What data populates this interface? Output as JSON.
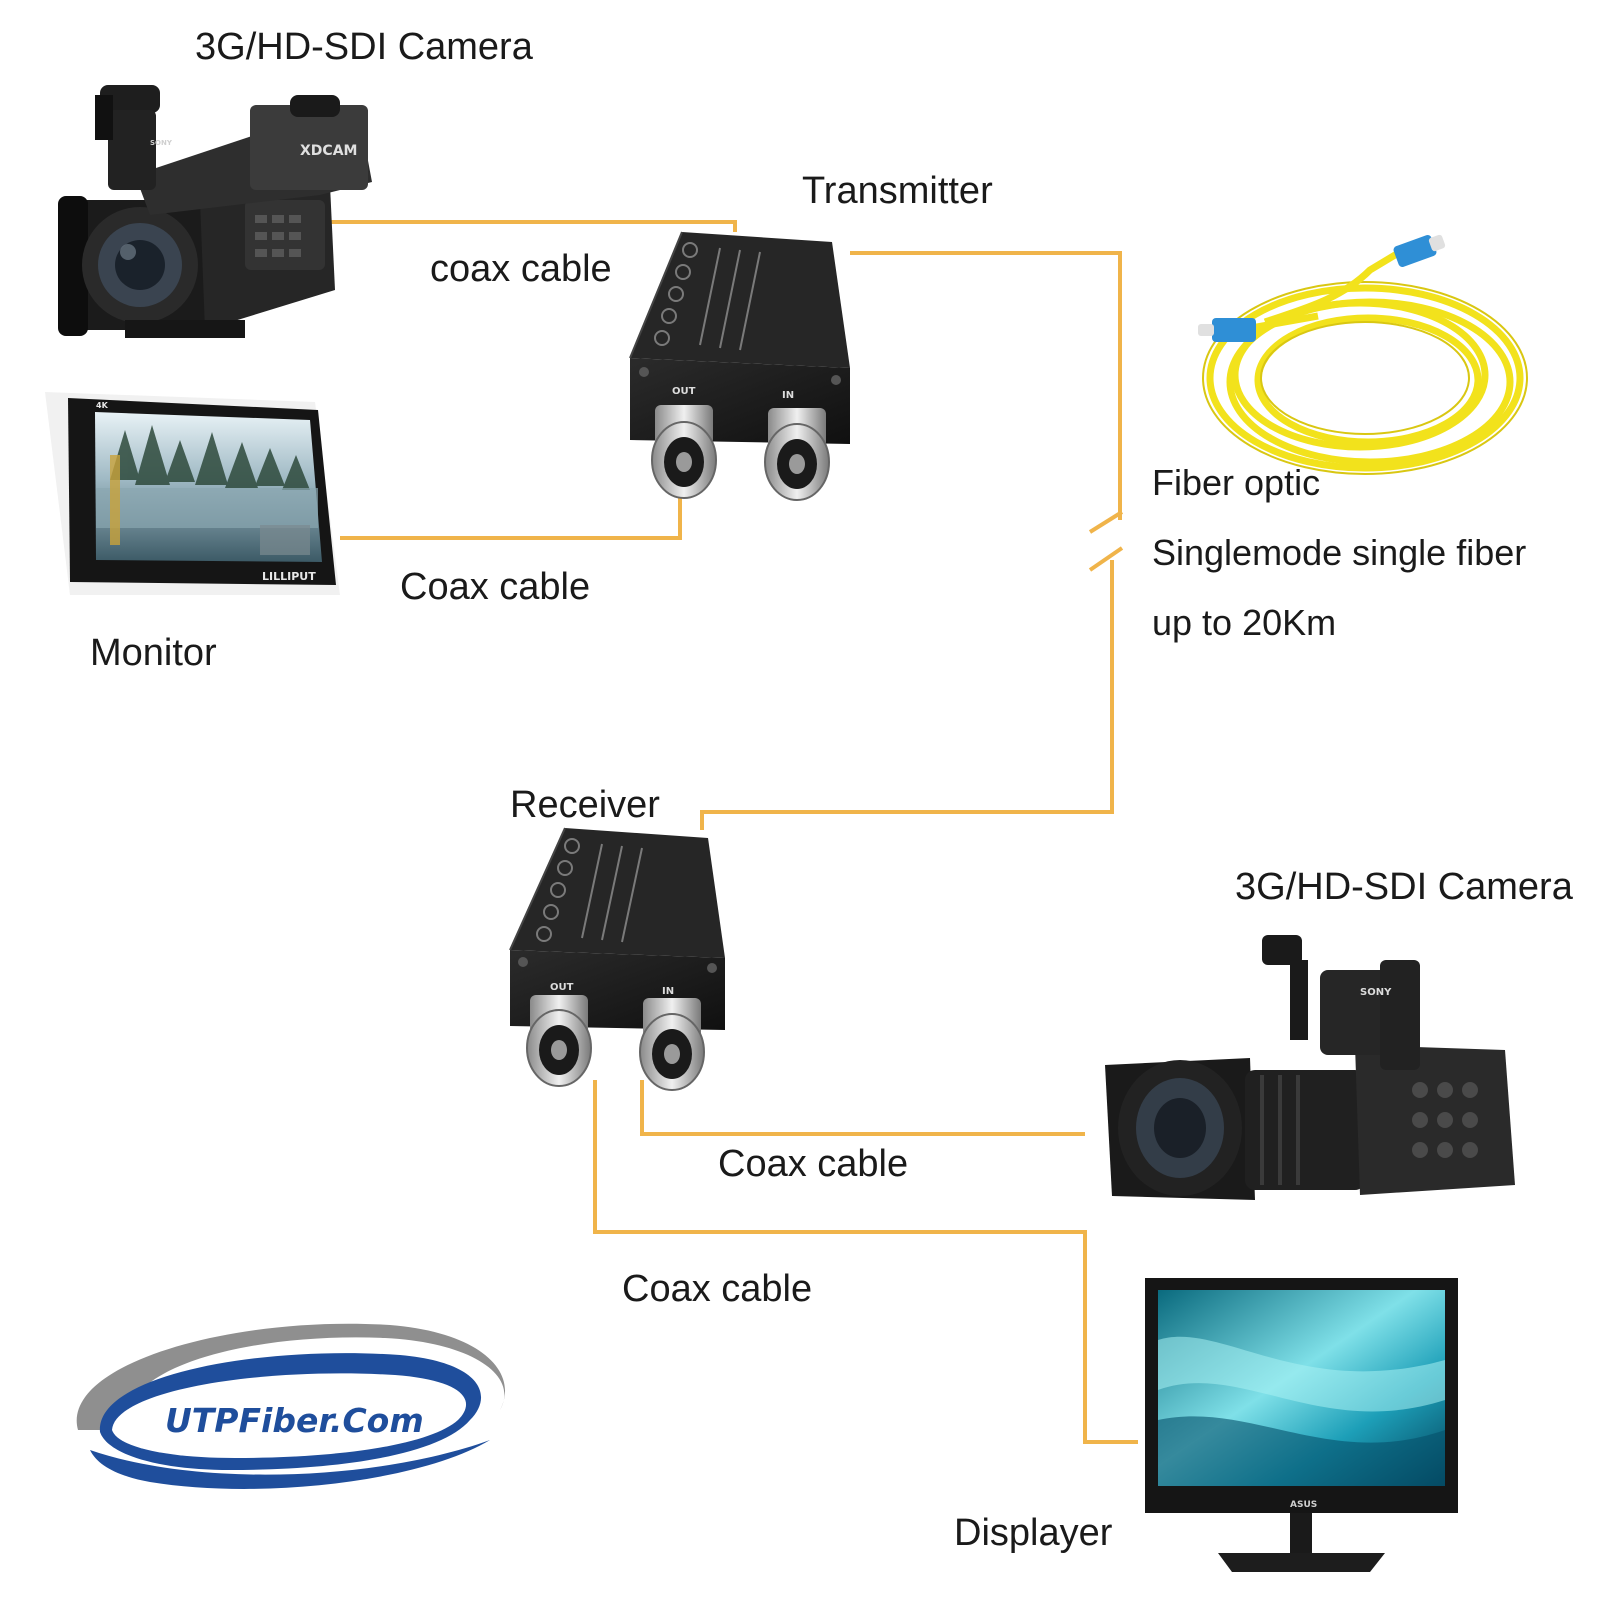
{
  "labels": {
    "camera_top": "3G/HD-SDI Camera",
    "transmitter": "Transmitter",
    "coax_camera_top": "coax cable",
    "coax_monitor": "Coax cable",
    "monitor": "Monitor",
    "fiber_line1": "Fiber optic",
    "fiber_line2": "Singlemode single fiber",
    "fiber_line3": "up to 20Km",
    "receiver": "Receiver",
    "camera_bottom": "3G/HD-SDI Camera",
    "coax_camera_bottom": "Coax cable",
    "coax_displayer": "Coax cable",
    "displayer": "Displayer"
  },
  "devices": {
    "port_out": "OUT",
    "port_in": "IN",
    "camera_top_brand": "SONY",
    "camera_top_model": "XDCAM",
    "camera_bottom_brand": "SONY",
    "monitor_brand": "LILLIPUT",
    "monitor_badge": "4K",
    "display_brand": "ASUS"
  },
  "logo": {
    "text": "UTPFiber.Com"
  },
  "colors": {
    "cable": "#f0b44a",
    "converter": "#1c1c1c",
    "fiber": "#f2e21c",
    "connector": "#2f8fd6",
    "logo_blue": "#1f4e9c",
    "logo_gray": "#8f8f8f"
  },
  "icons": [
    "camcorder-icon",
    "converter-icon",
    "bnc-connector-icon",
    "fiber-cable-icon",
    "monitor-icon",
    "display-icon"
  ]
}
